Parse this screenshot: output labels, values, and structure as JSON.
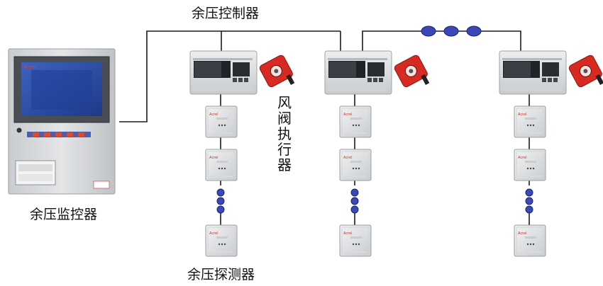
{
  "labels": {
    "controller": "余压控制器",
    "monitor": "余压监控器",
    "actuator_chars": [
      "风",
      "阀",
      "执",
      "行",
      "器"
    ],
    "detector": "余压探测器"
  },
  "device_text": {
    "monitor_brand": "Acrel",
    "detector_brand": "Acrel"
  },
  "colors": {
    "line": "#1a1a1a",
    "bus_dot": "#3b48b8",
    "panel_gray": "#d6d8db",
    "screen_blue": "#2a4fa8",
    "actuator_red": "#d62a22"
  }
}
